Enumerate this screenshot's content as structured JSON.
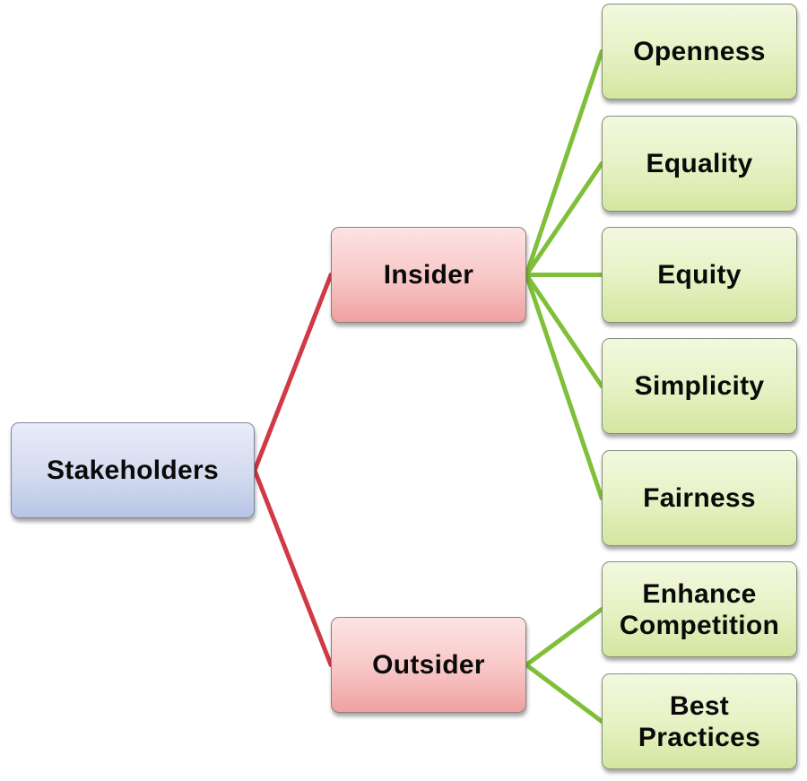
{
  "diagram": {
    "type": "tree",
    "root": {
      "id": "stakeholders",
      "label": "Stakeholders"
    },
    "branches": [
      {
        "id": "insider",
        "label": "Insider",
        "children": [
          {
            "id": "openness",
            "label": "Openness"
          },
          {
            "id": "equality",
            "label": "Equality"
          },
          {
            "id": "equity",
            "label": "Equity"
          },
          {
            "id": "simplicity",
            "label": "Simplicity"
          },
          {
            "id": "fairness",
            "label": "Fairness"
          }
        ]
      },
      {
        "id": "outsider",
        "label": "Outsider",
        "children": [
          {
            "id": "enhance",
            "label": "Enhance\nCompetition"
          },
          {
            "id": "best",
            "label": "Best\nPractices"
          }
        ]
      }
    ],
    "colors": {
      "root_fill": "#d3dbef",
      "branch_fill": "#f8c6c6",
      "leaf_fill": "#e6f1c2",
      "root_connector": "#d03a44",
      "branch_connector": "#7fbf3a",
      "text": "#0a0a0a"
    }
  }
}
